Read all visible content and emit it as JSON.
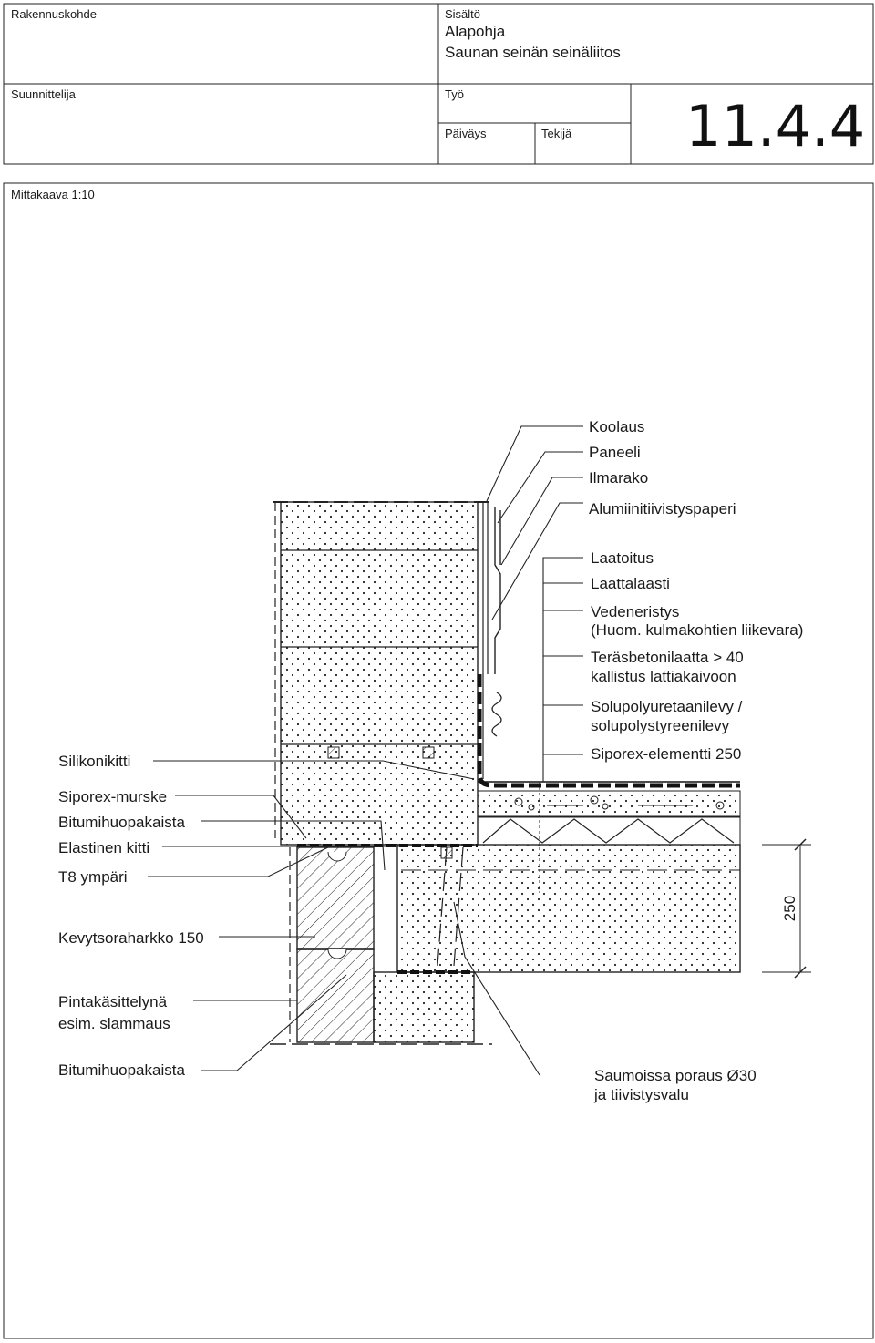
{
  "title_block": {
    "rakennuskohde_label": "Rakennuskohde",
    "sisalto_label": "Sisältö",
    "sisalto_line1": "Alapohja",
    "sisalto_line2": "Saunan seinän seinäliitos",
    "suunnittelija_label": "Suunnittelija",
    "tyo_label": "Työ",
    "paivays_label": "Päiväys",
    "tekija_label": "Tekijä",
    "drawing_number": "11.4.4"
  },
  "scale_label": "Mittakaava 1:10",
  "labels_right": [
    "Koolaus",
    "Paneeli",
    "Ilmarako",
    "Alumiinitiivistyspaperi",
    "Laatoitus",
    "Laattalaasti",
    "Vedeneristys",
    "(Huom. kulmakohtien liikevara)",
    "Teräsbetonilaatta > 40",
    "kallistus lattiakaivoon",
    "Solupolyuretaanilevy /",
    "solupolystyreenilevy",
    "Siporex-elementti  250"
  ],
  "labels_left": [
    "Silikonikitti",
    "Siporex-murske",
    "Bitumihuopakaista",
    "Elastinen kitti",
    "T8 ympäri",
    "Kevytsoraharkko 150",
    "Pintakäsittelynä",
    "esim. slammaus",
    "Bitumihuopakaista"
  ],
  "labels_bottom": [
    "Saumoissa poraus Ø30",
    "ja tiivistysvalu"
  ],
  "dimension": "250"
}
